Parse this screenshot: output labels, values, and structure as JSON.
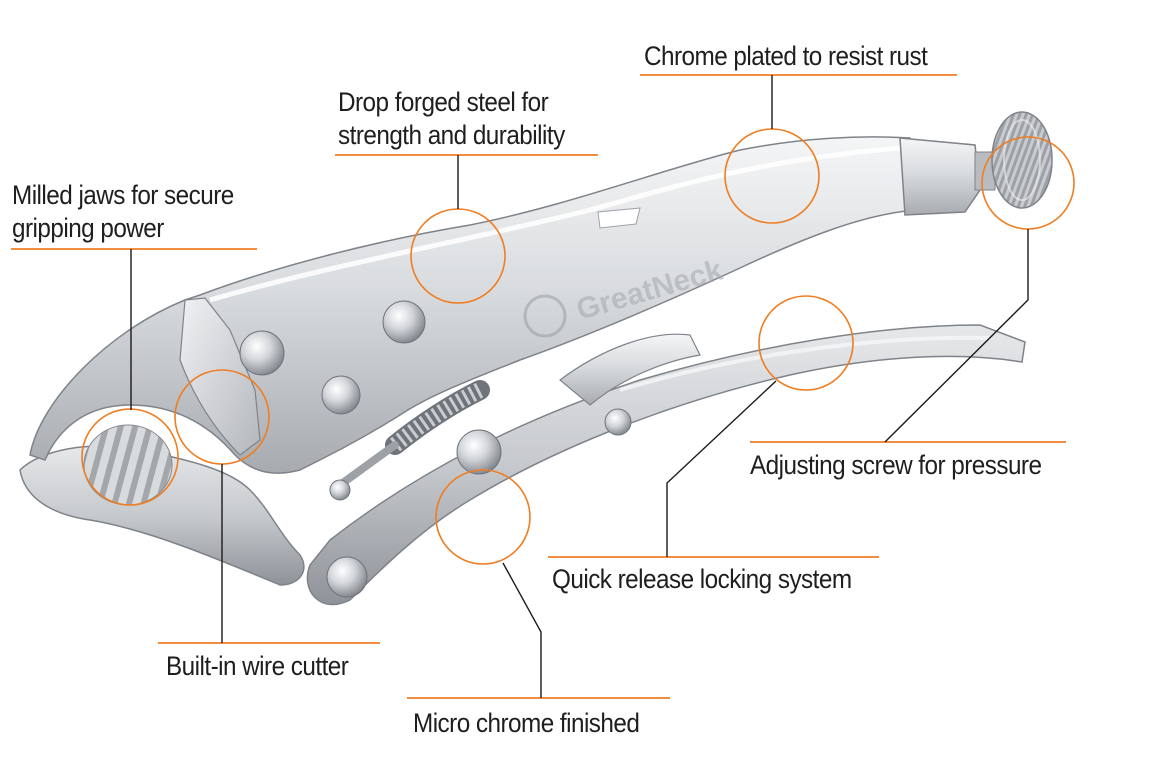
{
  "callouts": [
    {
      "id": "jaws",
      "lines": [
        "Milled jaws for secure",
        "gripping power"
      ]
    },
    {
      "id": "cutter",
      "lines": [
        "Built-in wire cutter"
      ]
    },
    {
      "id": "forged",
      "lines": [
        "Drop forged steel for",
        "strength and durability"
      ]
    },
    {
      "id": "chrome",
      "lines": [
        "Chrome plated to resist rust"
      ]
    },
    {
      "id": "screw",
      "lines": [
        "Adjusting screw for pressure"
      ]
    },
    {
      "id": "release",
      "lines": [
        "Quick release locking system"
      ]
    },
    {
      "id": "micro",
      "lines": [
        "Micro chrome finished"
      ]
    }
  ],
  "brand_watermark": "GreatNeck",
  "colors": {
    "accent": "#ef7d22",
    "leader": "#1a1a1a",
    "text": "#1e1e1e",
    "steel_light": "#eef0f2",
    "steel_mid": "#c9ccd0",
    "steel_dark": "#8d9197"
  }
}
